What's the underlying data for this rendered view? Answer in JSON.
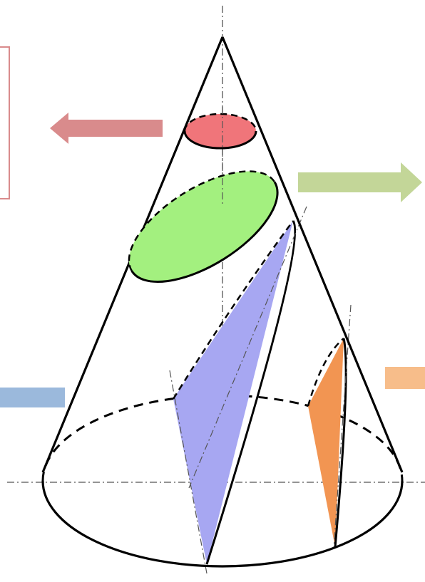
{
  "diagram": {
    "type": "conic-sections",
    "sections": [
      {
        "name": "circle",
        "color": "#f0757a"
      },
      {
        "name": "ellipse",
        "color": "#a3f07f"
      },
      {
        "name": "parabola",
        "color": "#a7a7f2"
      },
      {
        "name": "hyperbola",
        "color": "#f29552"
      }
    ],
    "callouts": [
      {
        "target": "circle",
        "color": "#d98b8c",
        "direction": "left"
      },
      {
        "target": "ellipse",
        "color": "#c3d698",
        "direction": "right"
      },
      {
        "target": "parabola",
        "color": "#9bb9dc"
      },
      {
        "target": "hyperbola",
        "color": "#f7bd8a"
      }
    ],
    "label_box_border": "#d98b8c",
    "outline_color": "#000000",
    "axis_color": "#555555"
  }
}
